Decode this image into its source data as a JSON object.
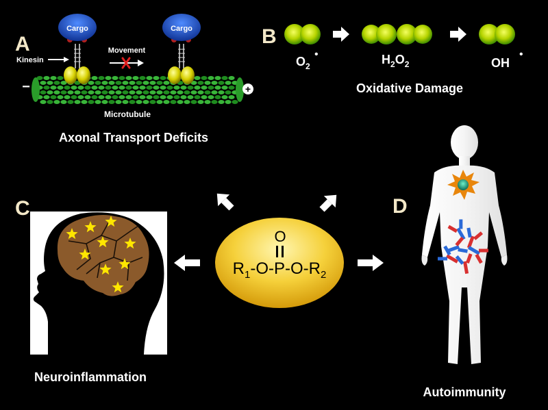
{
  "panels": {
    "a": {
      "letter": "A",
      "cargo_left": "Cargo",
      "cargo_right": "Cargo",
      "kinesin_label": "Kinesin",
      "movement_label": "Movement",
      "minus_end": "−",
      "plus_end": "+",
      "microtubule_label": "Microtubule",
      "title": "Axonal Transport Deficits"
    },
    "b": {
      "letter": "B",
      "species": [
        {
          "base": "O",
          "sub": "2",
          "sup": "•"
        },
        {
          "base": "H",
          "sub": "2",
          "base2": "O",
          "sub2": "2"
        },
        {
          "base": "OH",
          "sup": "•"
        }
      ],
      "title": "Oxidative Damage"
    },
    "c": {
      "letter": "C",
      "title": "Neuroinflammation"
    },
    "d": {
      "letter": "D",
      "title": "Autoimmunity"
    },
    "center": {
      "top_atom": "O",
      "formula": {
        "r1": "R",
        "r1_sub": "1",
        "chain": "-O-P-O-",
        "r2": "R",
        "r2_sub": "2"
      }
    }
  },
  "colors": {
    "background": "#000000",
    "cargo_blue": "#1f4fc4",
    "microtubule_green": "#2fa82f",
    "molecule_yellow_green": "#c8e000",
    "ellipse_gold": "#f3c51a",
    "brain_brown": "#8b5a2b",
    "star_yellow": "#ffe600",
    "antibody_red": "#d83030",
    "antibody_blue": "#2a6ad8",
    "cell_orange": "#e8860c"
  }
}
